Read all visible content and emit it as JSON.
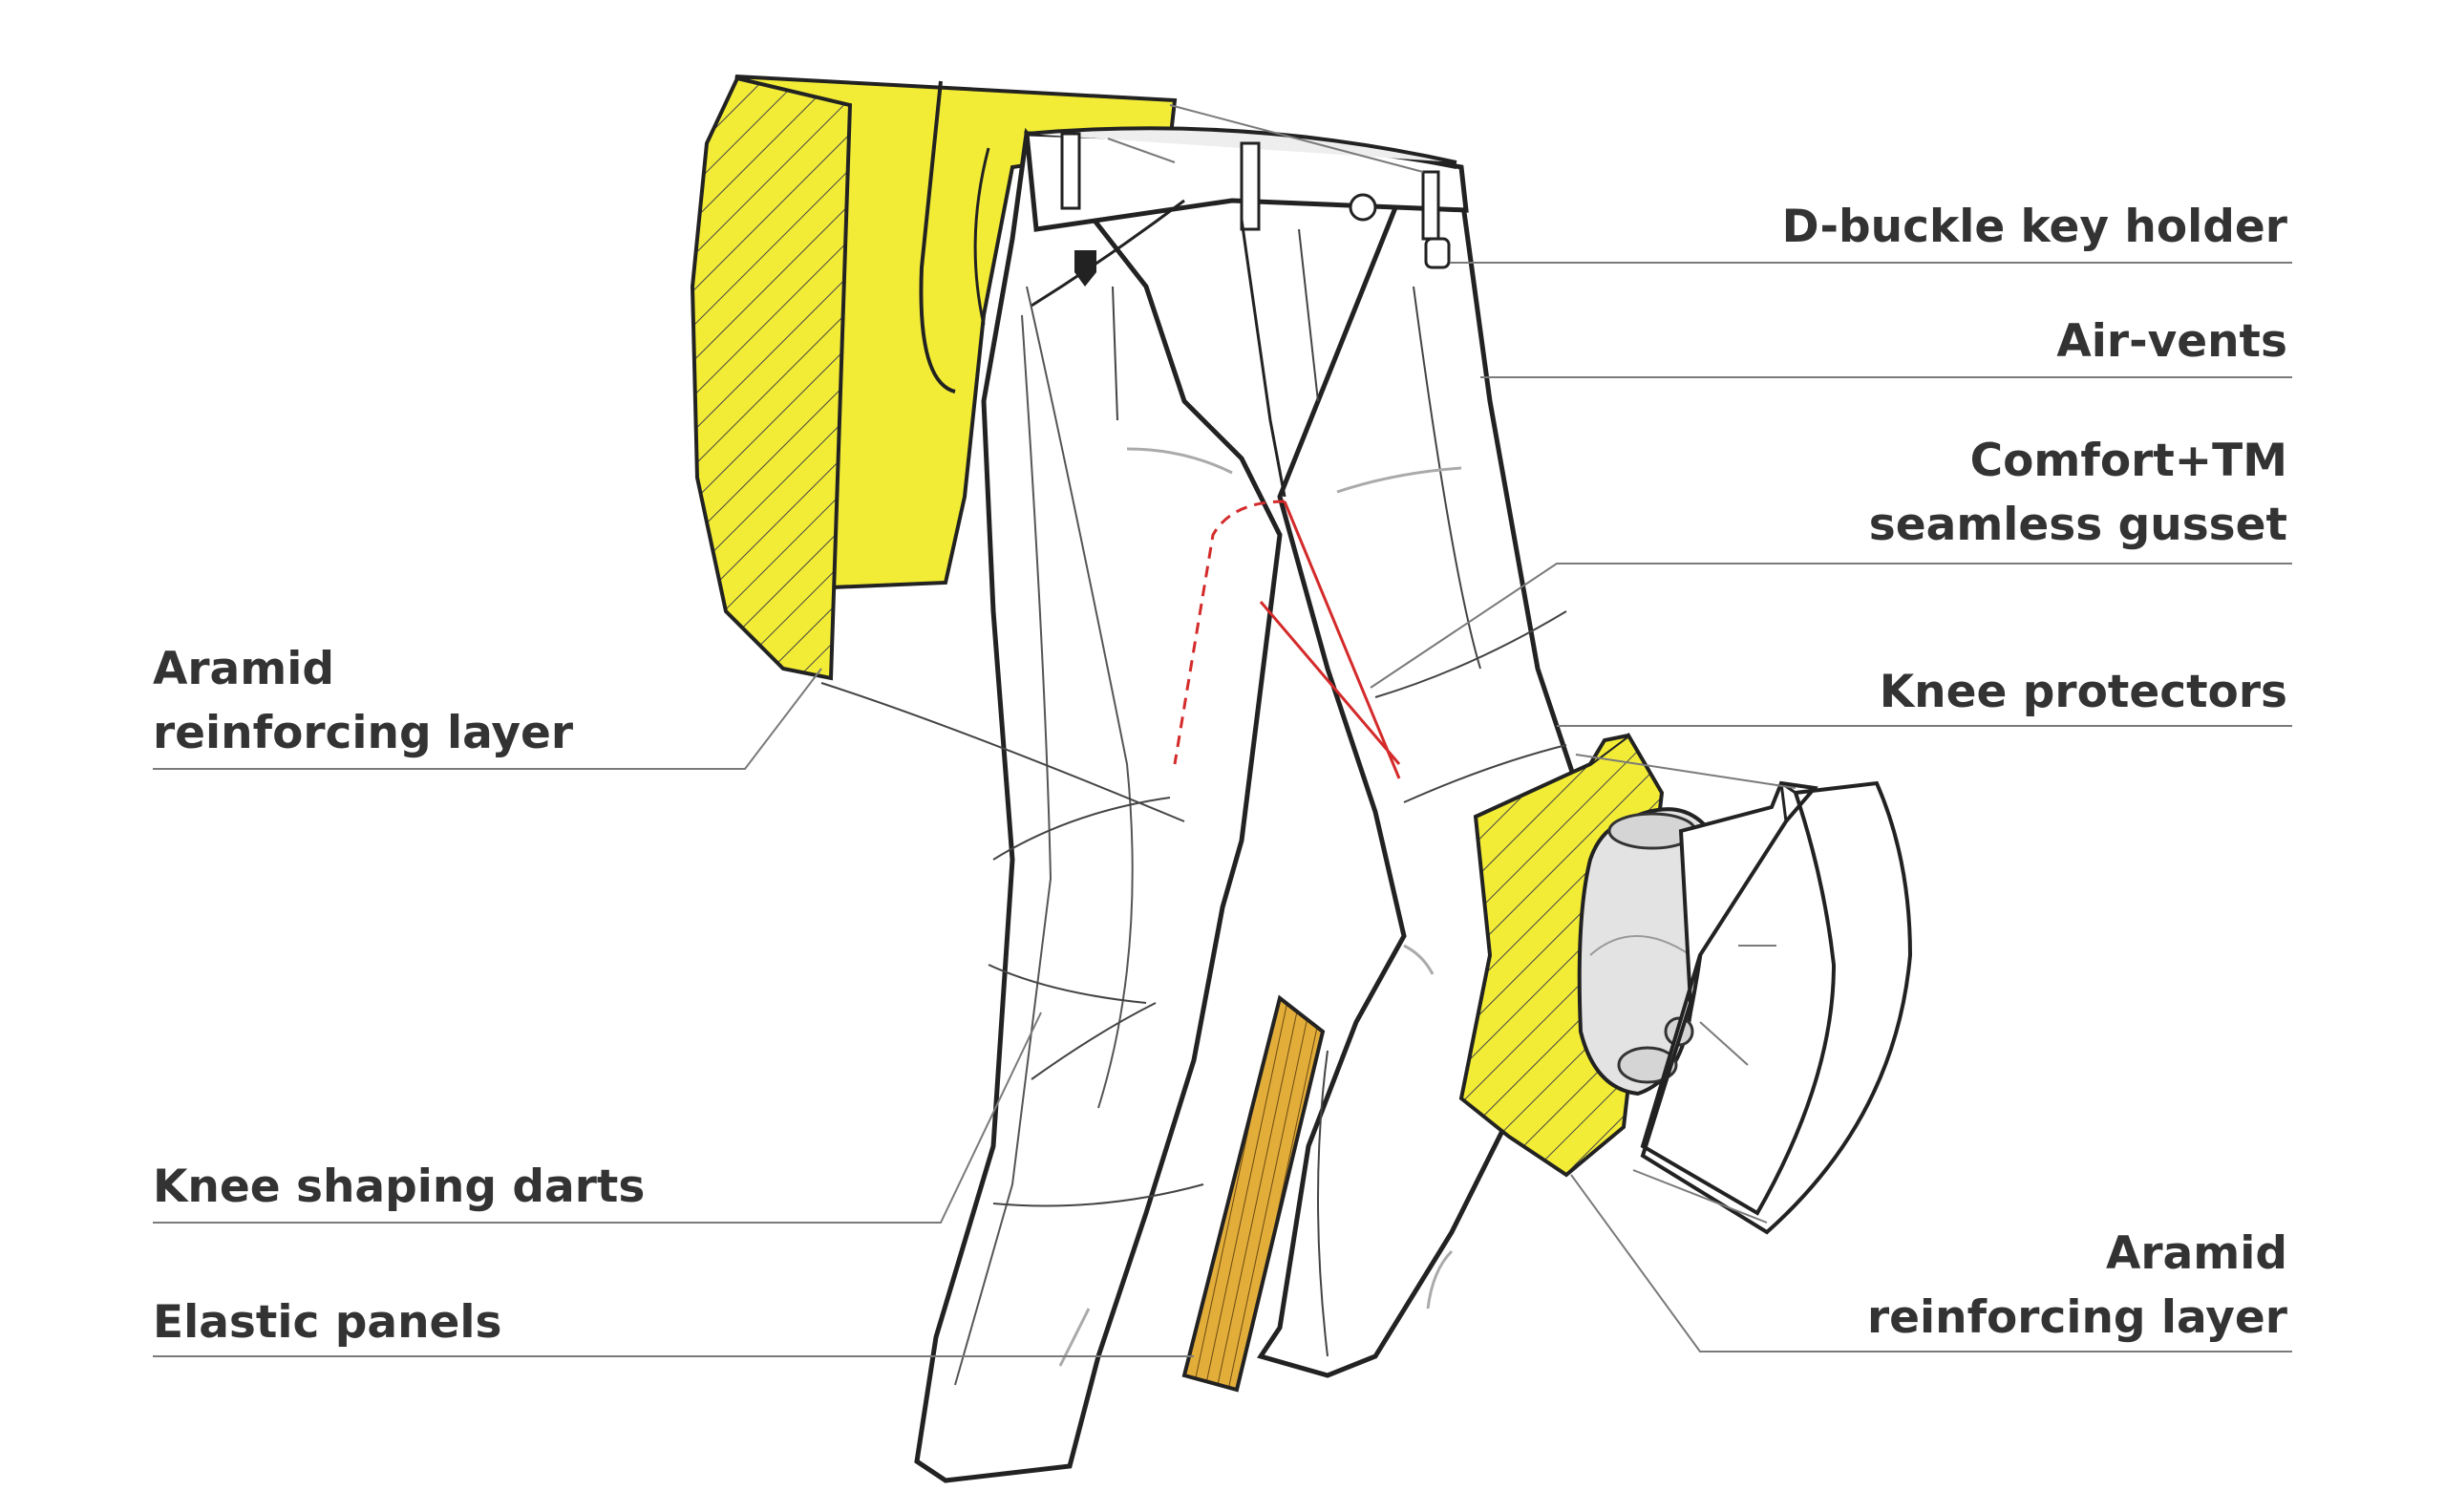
{
  "callouts": {
    "d_buckle": "D-buckle key holder",
    "air_vents": "Air-vents",
    "gusset_line1": "Comfort+TM",
    "gusset_line2": "seamless gusset",
    "knee_protectors": "Knee protectors",
    "aramid_right_line1": "Aramid",
    "aramid_right_line2": "reinforcing layer",
    "aramid_left_line1": "Aramid",
    "aramid_left_line2": "reinforcing layer",
    "knee_darts": "Knee shaping darts",
    "elastic_panels": "Elastic panels"
  },
  "colors": {
    "aramid": "#f2ec36",
    "elastic": "#e3ad3a",
    "protector": "#e3e3e3",
    "outline": "#222222",
    "gusset_seam": "#d42a2a",
    "leader": "#7a7a7a"
  }
}
